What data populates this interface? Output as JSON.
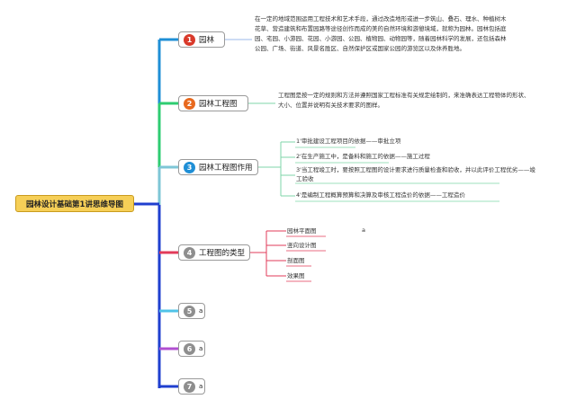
{
  "root": {
    "label": "园林设计基础第1讲思维导图"
  },
  "branches": [
    {
      "num": "1",
      "label": "园林",
      "color": "#d93a2b",
      "note": "在一定的地域范围运用工程技术和艺术手段，通过改造地形或进一步筑山、叠石、理水、种植树木花草、营造建筑和布置园路等途径创作而成的美的自然环境和游憩境域，就称为园林。园林包括庭园、宅园、小游园、花园、小游园、公园、植物园、动物园等，随着园林科学的发展，还包括森林公园、广场、街道、风景名胜区、自然保护区或国家公园的游览区以及休养胜地。"
    },
    {
      "num": "2",
      "label": "园林工程图",
      "color": "#e8691e",
      "note": "工程图是按一定的规则和方法并遵照国家工程标准有关规定绘制的，来准确表达工程物体的形状、大小、位置并说明有关技术要求的图样。"
    },
    {
      "num": "3",
      "label": "园林工程图作用",
      "color": "#1f8fd6",
      "items": [
        "1'审批建设工程项目的依据——审批立项",
        "2'在生产施工中，是备料和施工的依据——施工过程",
        "3'当工程竣工时，要按照工程图的设计要求进行质量检查和验收，并以此评价工程优劣——竣工验收",
        "4'是编制工程概算预算和决算及审核工程造价的依据——工程造价"
      ]
    },
    {
      "num": "4",
      "label": "工程图的类型",
      "color": "#8e8e8e",
      "items": [
        "园林平面图",
        "竖向设计图",
        "剖面图",
        "效果图"
      ],
      "extra": "a"
    },
    {
      "num": "5",
      "label": "a",
      "color": "#8e8e8e"
    },
    {
      "num": "6",
      "label": "a",
      "color": "#8e8e8e"
    },
    {
      "num": "7",
      "label": "a",
      "color": "#8e8e8e"
    }
  ],
  "line_colors": [
    "#1f8fd6",
    "#2ecc71",
    "#7ec6d6",
    "#e23b5a",
    "#4fc3e8",
    "#b04fd0",
    "#1f3fcf"
  ]
}
